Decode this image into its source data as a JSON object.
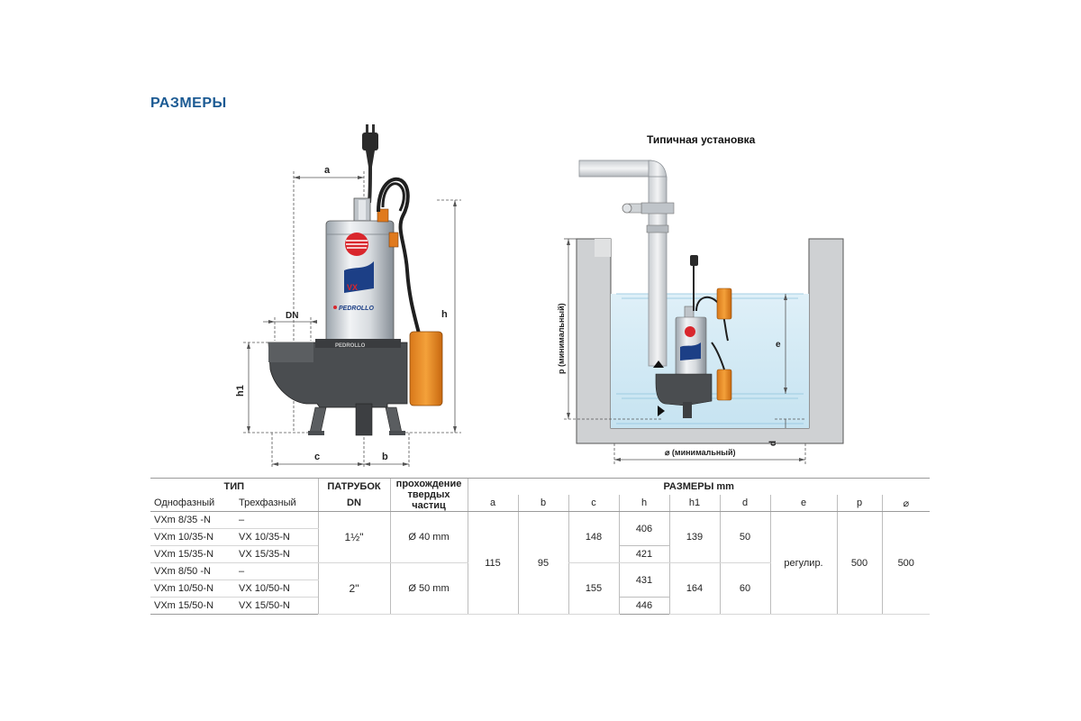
{
  "title": "РАЗМЕРЫ",
  "installation_title": "Типичная установка",
  "pump_drawing": {
    "brand_text": "PEDROLLO",
    "dim_labels": {
      "a": "a",
      "dn": "DN",
      "h": "h",
      "h1": "h1",
      "c": "c",
      "b": "b"
    }
  },
  "installation_drawing": {
    "labels": {
      "p": "p (минимальный)",
      "e": "e",
      "d": "d",
      "width": "⌀ (минимальный)"
    }
  },
  "table": {
    "header": {
      "type": "ТИП",
      "single_phase": "Однофазный",
      "three_phase": "Трехфазный",
      "port": "ПАТРУБОК",
      "port_sub": "DN",
      "passage_1": "прохождение",
      "passage_2": "твердых частиц",
      "dims": "РАЗМЕРЫ mm",
      "cols": [
        "a",
        "b",
        "c",
        "h",
        "h1",
        "d",
        "e",
        "p",
        "⌀"
      ]
    },
    "rows": [
      {
        "single": "VXm 8/35  -N",
        "three": "–"
      },
      {
        "single": "VXm 10/35-N",
        "three": "VX 10/35-N"
      },
      {
        "single": "VXm 15/35-N",
        "three": "VX 15/35-N"
      },
      {
        "single": "VXm 8/50  -N",
        "three": "–"
      },
      {
        "single": "VXm 10/50-N",
        "three": "VX 10/50-N"
      },
      {
        "single": "VXm 15/50-N",
        "three": "VX 15/50-N"
      }
    ],
    "groups": [
      {
        "dn": "1½\"",
        "passage": "Ø 40 mm",
        "c": "148",
        "h": [
          "406",
          "421"
        ],
        "h1": "139",
        "d": "50"
      },
      {
        "dn": "2\"",
        "passage": "Ø 50 mm",
        "c": "155",
        "h": [
          "431",
          "446"
        ],
        "h1": "164",
        "d": "60"
      }
    ],
    "common": {
      "a": "115",
      "b": "95",
      "e": "регулир.",
      "p": "500",
      "o": "500"
    }
  }
}
